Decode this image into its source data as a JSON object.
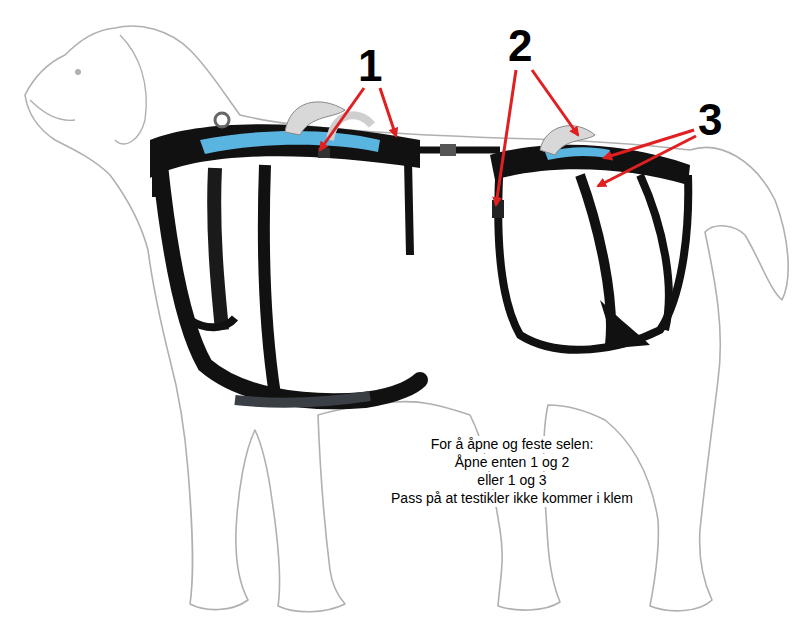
{
  "diagram": {
    "labels": [
      "1",
      "2",
      "3",
      "For å åpne og feste selen:",
      "Åpne enten 1 og 2",
      "eller 1 og 3",
      "Pass på at testikler ikke kommer i klem"
    ]
  }
}
